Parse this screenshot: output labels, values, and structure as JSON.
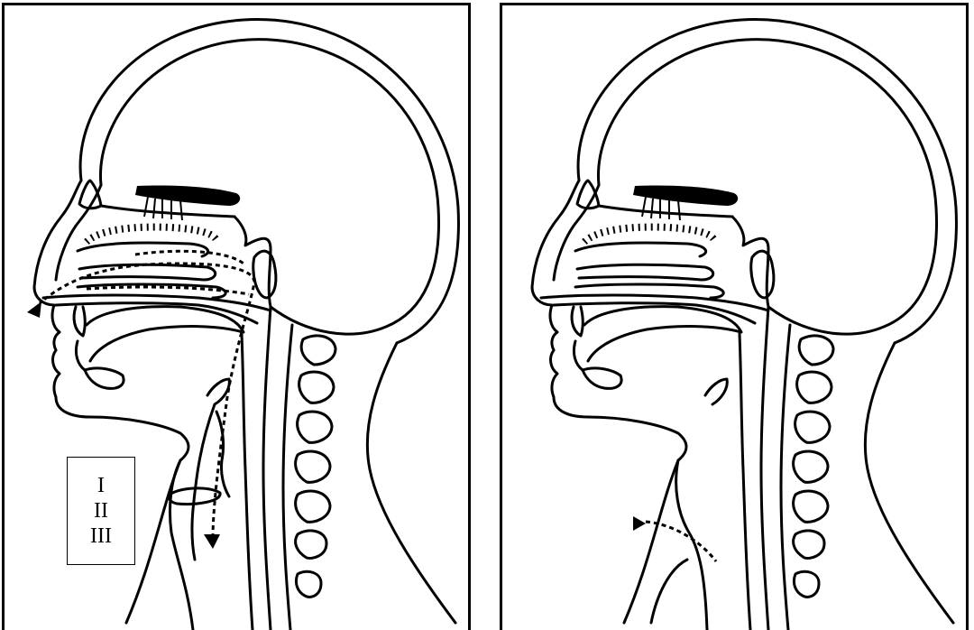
{
  "panels": [
    {
      "id": "left",
      "legend": {
        "items": [
          "I",
          "II",
          "III"
        ]
      }
    },
    {
      "id": "right"
    }
  ],
  "colors": {
    "ink": "#000000",
    "background": "#ffffff"
  }
}
